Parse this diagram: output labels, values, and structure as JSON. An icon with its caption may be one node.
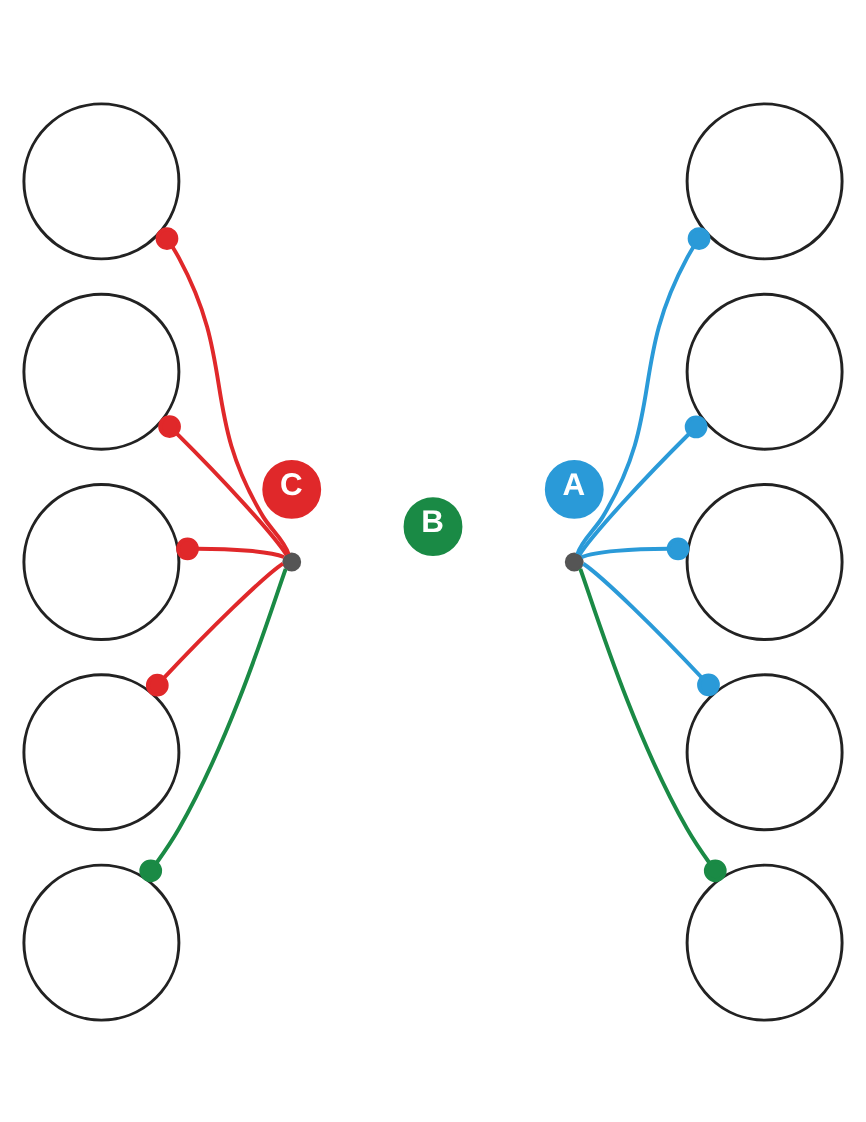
{
  "diagram": {
    "nodes": [
      {
        "text": [
          "C"
        ]
      },
      {
        "text": [
          "A"
        ]
      },
      {
        "text": [
          "B"
        ]
      },
      {
        "text": [],
        "shape": "circle"
      },
      {
        "text": [],
        "shape": "circle"
      },
      {
        "text": [],
        "shape": "circle"
      },
      {
        "text": [],
        "shape": "circle"
      },
      {
        "text": [],
        "shape": "circle"
      },
      {
        "text": [],
        "shape": "circle"
      },
      {
        "text": [],
        "shape": "circle"
      },
      {
        "text": [],
        "shape": "circle"
      },
      {
        "text": [],
        "shape": "circle"
      },
      {
        "text": [],
        "shape": "circle"
      },
      {
        "text": [],
        "shape": "dot"
      },
      {
        "text": [],
        "shape": "dot"
      }
    ],
    "edges": [
      {
        "from": 13,
        "to": 3,
        "arrow": "other",
        "color": "#e0282a"
      },
      {
        "from": 13,
        "to": 4,
        "arrow": "other",
        "color": "#e0282a"
      },
      {
        "from": 13,
        "to": 5,
        "arrow": "other",
        "color": "#e0282a"
      },
      {
        "from": 13,
        "to": 6,
        "arrow": "other",
        "color": "#e0282a"
      },
      {
        "from": 13,
        "to": 7,
        "arrow": "other",
        "color": "#1a8a45"
      },
      {
        "from": 14,
        "to": 8,
        "arrow": "other",
        "color": "#2a9ad8"
      },
      {
        "from": 14,
        "to": 9,
        "arrow": "other",
        "color": "#2a9ad8"
      },
      {
        "from": 14,
        "to": 10,
        "arrow": "other",
        "color": "#2a9ad8"
      },
      {
        "from": 14,
        "to": 11,
        "arrow": "other",
        "color": "#2a9ad8"
      },
      {
        "from": 14,
        "to": 12,
        "arrow": "other",
        "color": "#1a8a45"
      }
    ]
  }
}
